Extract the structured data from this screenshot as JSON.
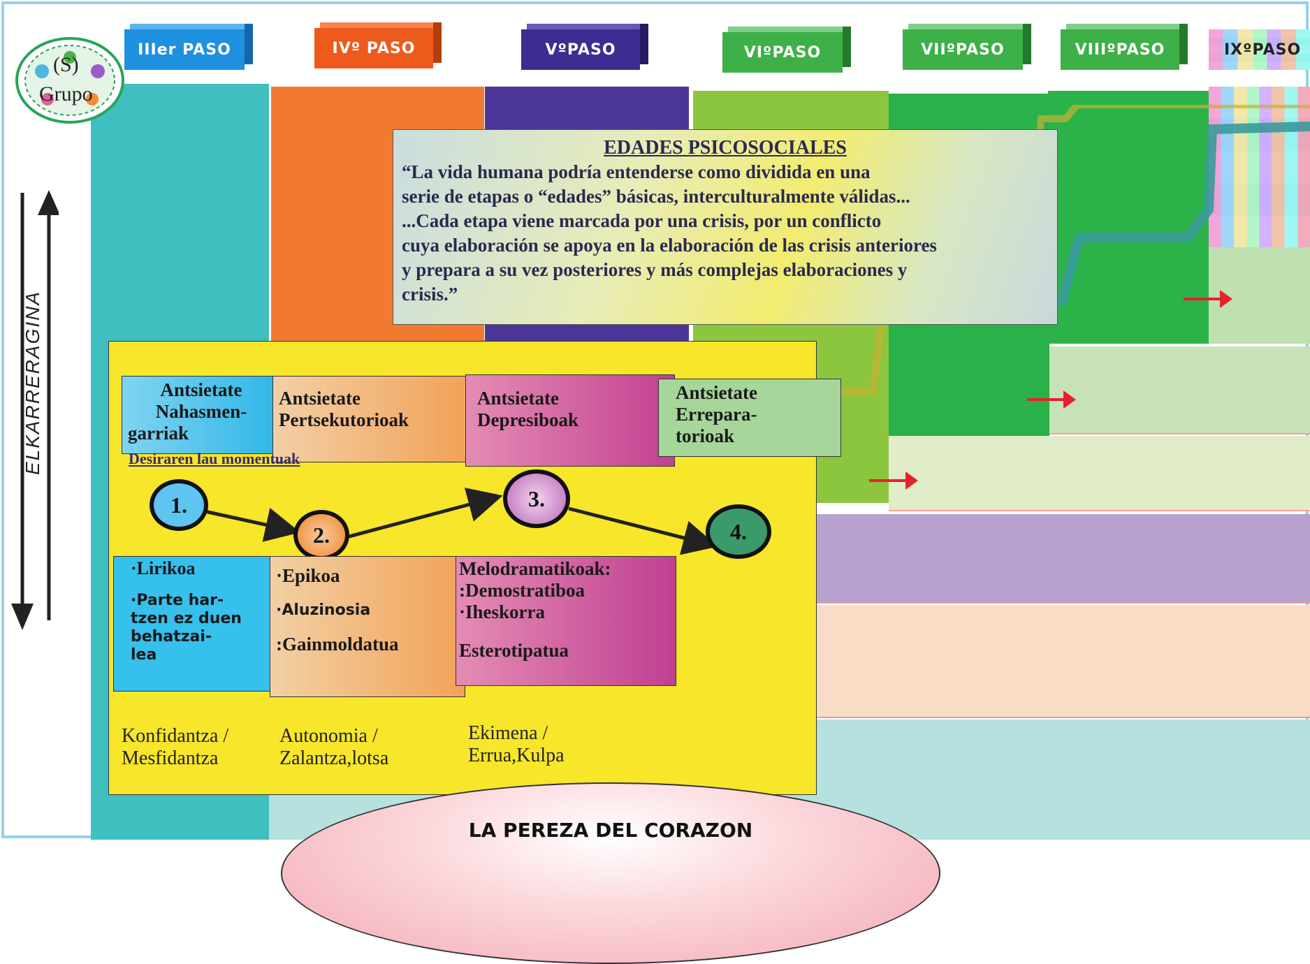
{
  "logo": {
    "letter": "(S)",
    "text": "Grupo"
  },
  "steps": [
    {
      "label": "IIIer PASO",
      "color": "#1e90e0"
    },
    {
      "label": "IVº PASO",
      "color": "#ee5a1c"
    },
    {
      "label": "VºPASO",
      "color": "#3d2c92"
    },
    {
      "label": "VIºPASO",
      "color": "#3db048"
    },
    {
      "label": "VIIºPASO",
      "color": "#3db048"
    },
    {
      "label": "VIIIºPASO",
      "color": "#3db048"
    },
    {
      "label": "IXºPASO",
      "color": "#d9d9d9"
    }
  ],
  "vertical_label": "ELKARRERAGINA",
  "info": {
    "title": "EDADES PSICOSOCIALES",
    "lines": [
      "“La vida humana podría entenderse como dividida en una",
      "serie de etapas o “edades” básicas, interculturalmente válidas...",
      "...Cada etapa viene marcada por una crisis, por un conflicto",
      "cuya elaboración se apoya en la elaboración de las crisis anteriores",
      "y prepara a su vez posteriores y más complejas elaboraciones y",
      "crisis.”"
    ]
  },
  "anxieties": [
    {
      "l1": "Antsietate",
      "l2": "Nahasmen-",
      "l3": "garriak"
    },
    {
      "l1": "Antsietate",
      "l2": "Pertsekutorioak",
      "l3": ""
    },
    {
      "l1": "Antsietate",
      "l2": "Depresiboak",
      "l3": ""
    },
    {
      "l1": "Antsietate",
      "l2": "Errepara-",
      "l3": "torioak"
    }
  ],
  "moments_label": "Desiraren lau momentuak",
  "circles": [
    "1.",
    "2.",
    "3.",
    "4."
  ],
  "modes": {
    "a": {
      "l1": "·Lirikoa",
      "l2": "·Parte har-",
      "l3": "tzen ez duen",
      "l4": "behatzai-",
      "l5": "lea"
    },
    "b": {
      "l1": "·Epikoa",
      "l2": "·Aluzinosia",
      "l3": ":Gainmoldatua"
    },
    "c": {
      "l1": "Melodramatikoak:",
      "l2": ":Demostratiboa",
      "l3": "·Iheskorra",
      "l4": "Esterotipatua"
    }
  },
  "pairs": [
    {
      "l1": "Konfidantza /",
      "l2": "Mesfidantza"
    },
    {
      "l1": "Autonomia /",
      "l2": "Zalantza,lotsa"
    },
    {
      "l1": "Ekimena /",
      "l2": "Errua,Kulpa"
    }
  ],
  "footer_title": "LA PEREZA DEL CORAZON"
}
